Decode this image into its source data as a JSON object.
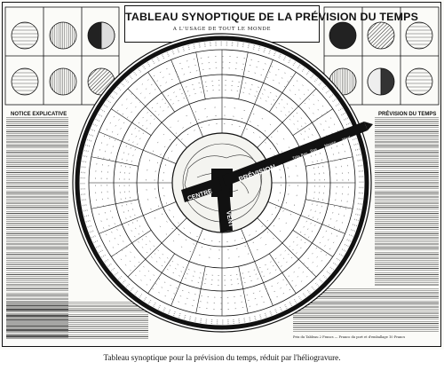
{
  "document": {
    "title": "TABLEAU SYNOPTIQUE DE LA PRÉVISION DU TEMPS",
    "subtitle": "A L'USAGE DE TOUT LE MONDE",
    "left_heading": "NOTICE EXPLICATIVE",
    "right_heading": "PRÉVISION DU TEMPS",
    "footnote": "Prix du Tableau 2 Francs — Franco du port et d'emballage 10 Francs",
    "caption": "Tableau synoptique pour la prévision du temps, réduit par l'héliogravure."
  },
  "dial": {
    "arm_labels": [
      "PRÉVISION",
      "VENT",
      "CENTRE"
    ],
    "arm_tip_words": [
      "Très Bas",
      "Bas",
      "Moyen",
      "Haut"
    ]
  }
}
